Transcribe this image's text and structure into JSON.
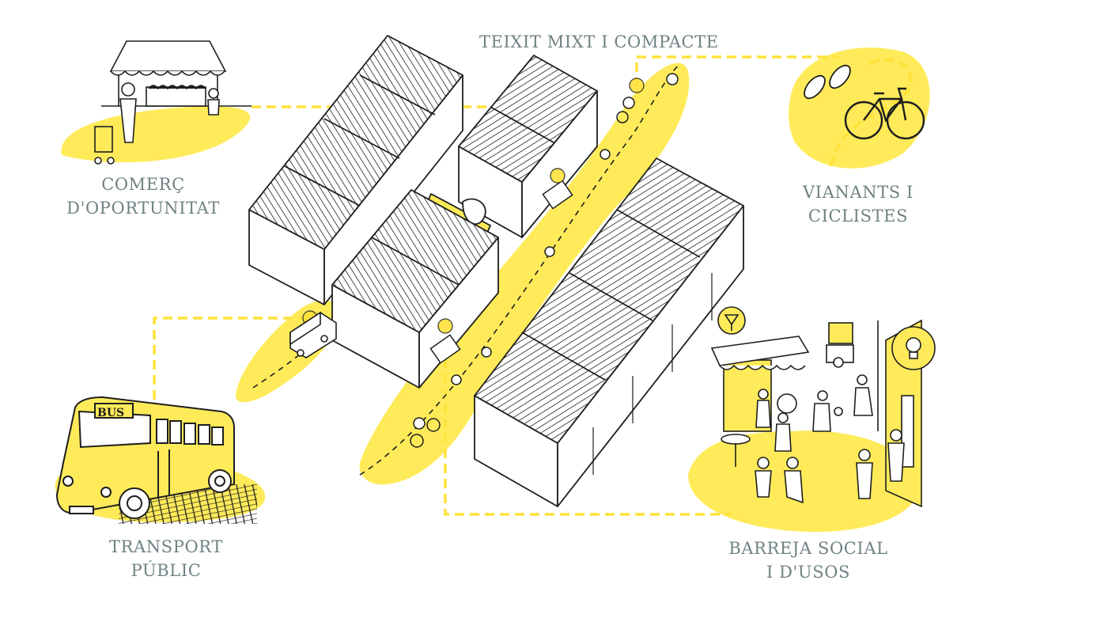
{
  "labels": {
    "teixit": "TEIXIT MIXT I COMPACTE",
    "comerc_l1": "COMERÇ",
    "comerc_l2": "D'OPORTUNITAT",
    "vianants_l1": "VIANANTS I",
    "vianants_l2": "CICLISTES",
    "transport_l1": "TRANSPORT",
    "transport_l2": "PÚBLIC",
    "barreja_l1": "BARREJA SOCIAL",
    "barreja_l2": "I D'USOS"
  },
  "bus_sign": "BUS",
  "colors": {
    "accent_yellow": "#ffeb5a",
    "dash_yellow": "#ffe23a",
    "ink": "#1e1e1e",
    "label_gray": "#6f8283",
    "background": "#ffffff"
  },
  "icons": [
    "market-stall-icon",
    "footprints-icon",
    "bicycle-icon",
    "bus-icon",
    "cafe-scene-icon",
    "lightbulb-icon"
  ]
}
